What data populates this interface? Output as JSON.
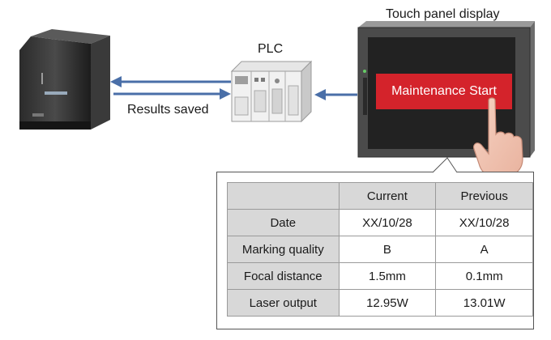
{
  "labels": {
    "plc": "PLC",
    "touch_panel": "Touch panel display",
    "results_saved": "Results saved",
    "maintenance_button": "Maintenance Start"
  },
  "icons": {
    "laser_marker": "laser-marker-icon",
    "plc_unit": "plc-icon",
    "touch_panel": "touch-panel-icon",
    "hand": "hand-pointer-icon"
  },
  "colors": {
    "arrow": "#4a6fa8",
    "button": "#d4232b",
    "header_fill": "#d8d8d8"
  },
  "table": {
    "headers": [
      "",
      "Current",
      "Previous"
    ],
    "rows": [
      {
        "label": "Date",
        "current": "XX/10/28",
        "previous": "XX/10/28"
      },
      {
        "label": "Marking quality",
        "current": "B",
        "previous": "A"
      },
      {
        "label": "Focal distance",
        "current": "1.5mm",
        "previous": "0.1mm"
      },
      {
        "label": "Laser output",
        "current": "12.95W",
        "previous": "13.01W"
      }
    ]
  }
}
